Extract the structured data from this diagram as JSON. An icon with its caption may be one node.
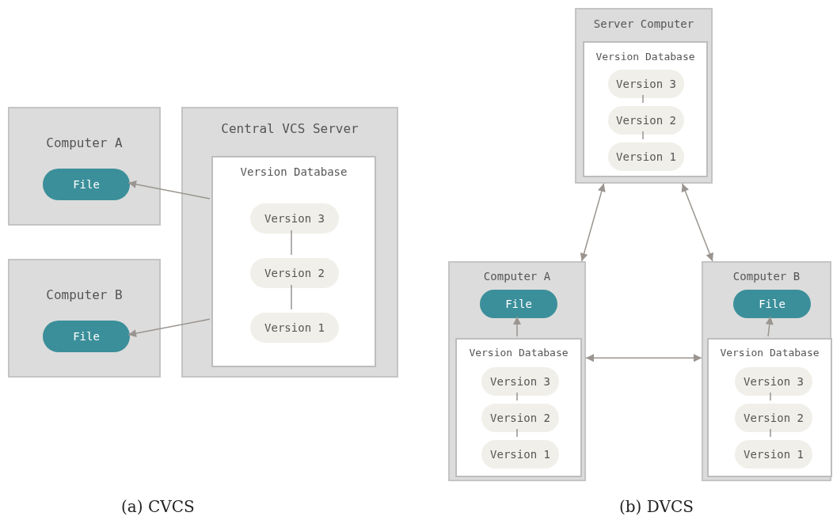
{
  "diagram": {
    "nodes": [
      {
        "text": [
          "Computer A"
        ]
      },
      {
        "text": [
          "File"
        ],
        "in": 0
      },
      {
        "text": [
          "Computer B"
        ]
      },
      {
        "text": [
          "File"
        ],
        "in": 2
      },
      {
        "text": [
          "Central VCS Server"
        ]
      },
      {
        "text": [
          "Version Database"
        ],
        "in": 4
      },
      {
        "text": [
          "Version 3"
        ],
        "in": 5
      },
      {
        "text": [
          "Version 2"
        ],
        "in": 5
      },
      {
        "text": [
          "Version 1"
        ],
        "in": 5
      },
      {
        "text": [
          "Server Computer"
        ]
      },
      {
        "text": [
          "Version Database"
        ],
        "in": 9
      },
      {
        "text": [
          "Version 3"
        ],
        "in": 10
      },
      {
        "text": [
          "Version 2"
        ],
        "in": 10
      },
      {
        "text": [
          "Version 1"
        ],
        "in": 10
      },
      {
        "text": [
          "Computer A"
        ]
      },
      {
        "text": [
          "File"
        ],
        "in": 14
      },
      {
        "text": [
          "Version Database"
        ],
        "in": 14
      },
      {
        "text": [
          "Version 3"
        ],
        "in": 16
      },
      {
        "text": [
          "Version 2"
        ],
        "in": 16
      },
      {
        "text": [
          "Version 1"
        ],
        "in": 16
      },
      {
        "text": [
          "Computer B"
        ]
      },
      {
        "text": [
          "File"
        ],
        "in": 20
      },
      {
        "text": [
          "Version Database"
        ],
        "in": 20
      },
      {
        "text": [
          "Version 3"
        ],
        "in": 22
      },
      {
        "text": [
          "Version 2"
        ],
        "in": 22
      },
      {
        "text": [
          "Version 1"
        ],
        "in": 22
      }
    ],
    "edges": [
      {
        "from": 5,
        "to": 1,
        "arrow": "to"
      },
      {
        "from": 5,
        "to": 3,
        "arrow": "to"
      },
      {
        "from": 6,
        "to": 7,
        "arrow": "none"
      },
      {
        "from": 7,
        "to": 8,
        "arrow": "none"
      },
      {
        "from": 9,
        "to": 14,
        "arrow": "both"
      },
      {
        "from": 9,
        "to": 20,
        "arrow": "both"
      },
      {
        "from": 14,
        "to": 20,
        "arrow": "both"
      },
      {
        "from": 11,
        "to": 12,
        "arrow": "none"
      },
      {
        "from": 12,
        "to": 13,
        "arrow": "none"
      },
      {
        "from": 16,
        "to": 15,
        "arrow": "to"
      },
      {
        "from": 22,
        "to": 21,
        "arrow": "to"
      },
      {
        "from": 17,
        "to": 18,
        "arrow": "none"
      },
      {
        "from": 18,
        "to": 19,
        "arrow": "none"
      },
      {
        "from": 23,
        "to": 24,
        "arrow": "none"
      },
      {
        "from": 24,
        "to": 25,
        "arrow": "none"
      }
    ],
    "labels": [
      "(a) CVCS",
      "(b) DVCS"
    ]
  }
}
